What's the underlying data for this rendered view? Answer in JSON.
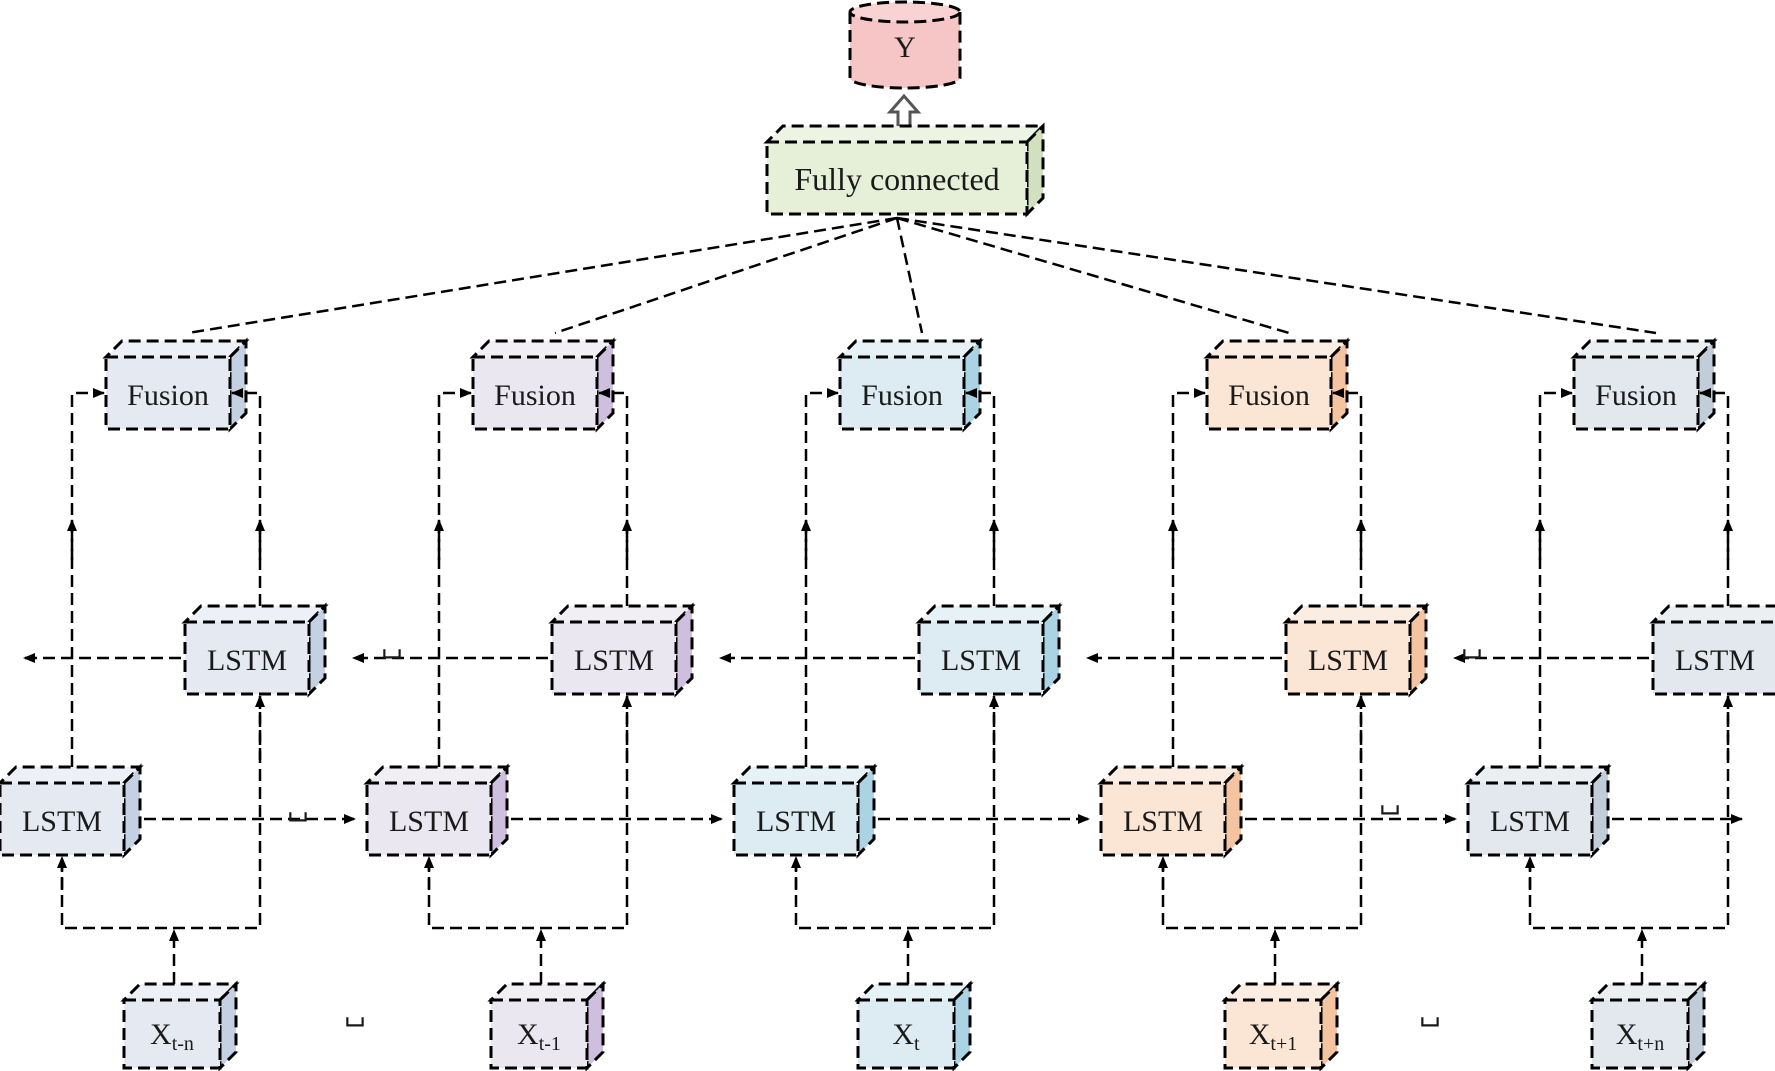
{
  "output": {
    "label": "Y",
    "color": "#f6c6c6"
  },
  "fully_connected": {
    "label": "Fully connected",
    "color": "#e6efd8",
    "side_color": "#d3e0bf"
  },
  "columns": [
    {
      "input_base": "X",
      "input_sub": "t-n",
      "fusion_label": "Fusion",
      "lstm_forward_label": "LSTM",
      "lstm_backward_label": "LSTM",
      "front_color": "#e5eaf2",
      "side_color": "#c3d1e3"
    },
    {
      "input_base": "X",
      "input_sub": "t-1",
      "fusion_label": "Fusion",
      "lstm_forward_label": "LSTM",
      "lstm_backward_label": "LSTM",
      "front_color": "#ebe7f0",
      "side_color": "#cdbfdd"
    },
    {
      "input_base": "X",
      "input_sub": "t",
      "fusion_label": "Fusion",
      "lstm_forward_label": "LSTM",
      "lstm_backward_label": "LSTM",
      "front_color": "#dcecf2",
      "side_color": "#aad3e3"
    },
    {
      "input_base": "X",
      "input_sub": "t+1",
      "fusion_label": "Fusion",
      "lstm_forward_label": "LSTM",
      "lstm_backward_label": "LSTM",
      "front_color": "#fbe6d6",
      "side_color": "#f3c49f"
    },
    {
      "input_base": "X",
      "input_sub": "t+n",
      "fusion_label": "Fusion",
      "lstm_forward_label": "LSTM",
      "lstm_backward_label": "LSTM",
      "front_color": "#e2e8ed",
      "side_color": "#c1ced9"
    }
  ],
  "ellipsis_glyph": "␣"
}
